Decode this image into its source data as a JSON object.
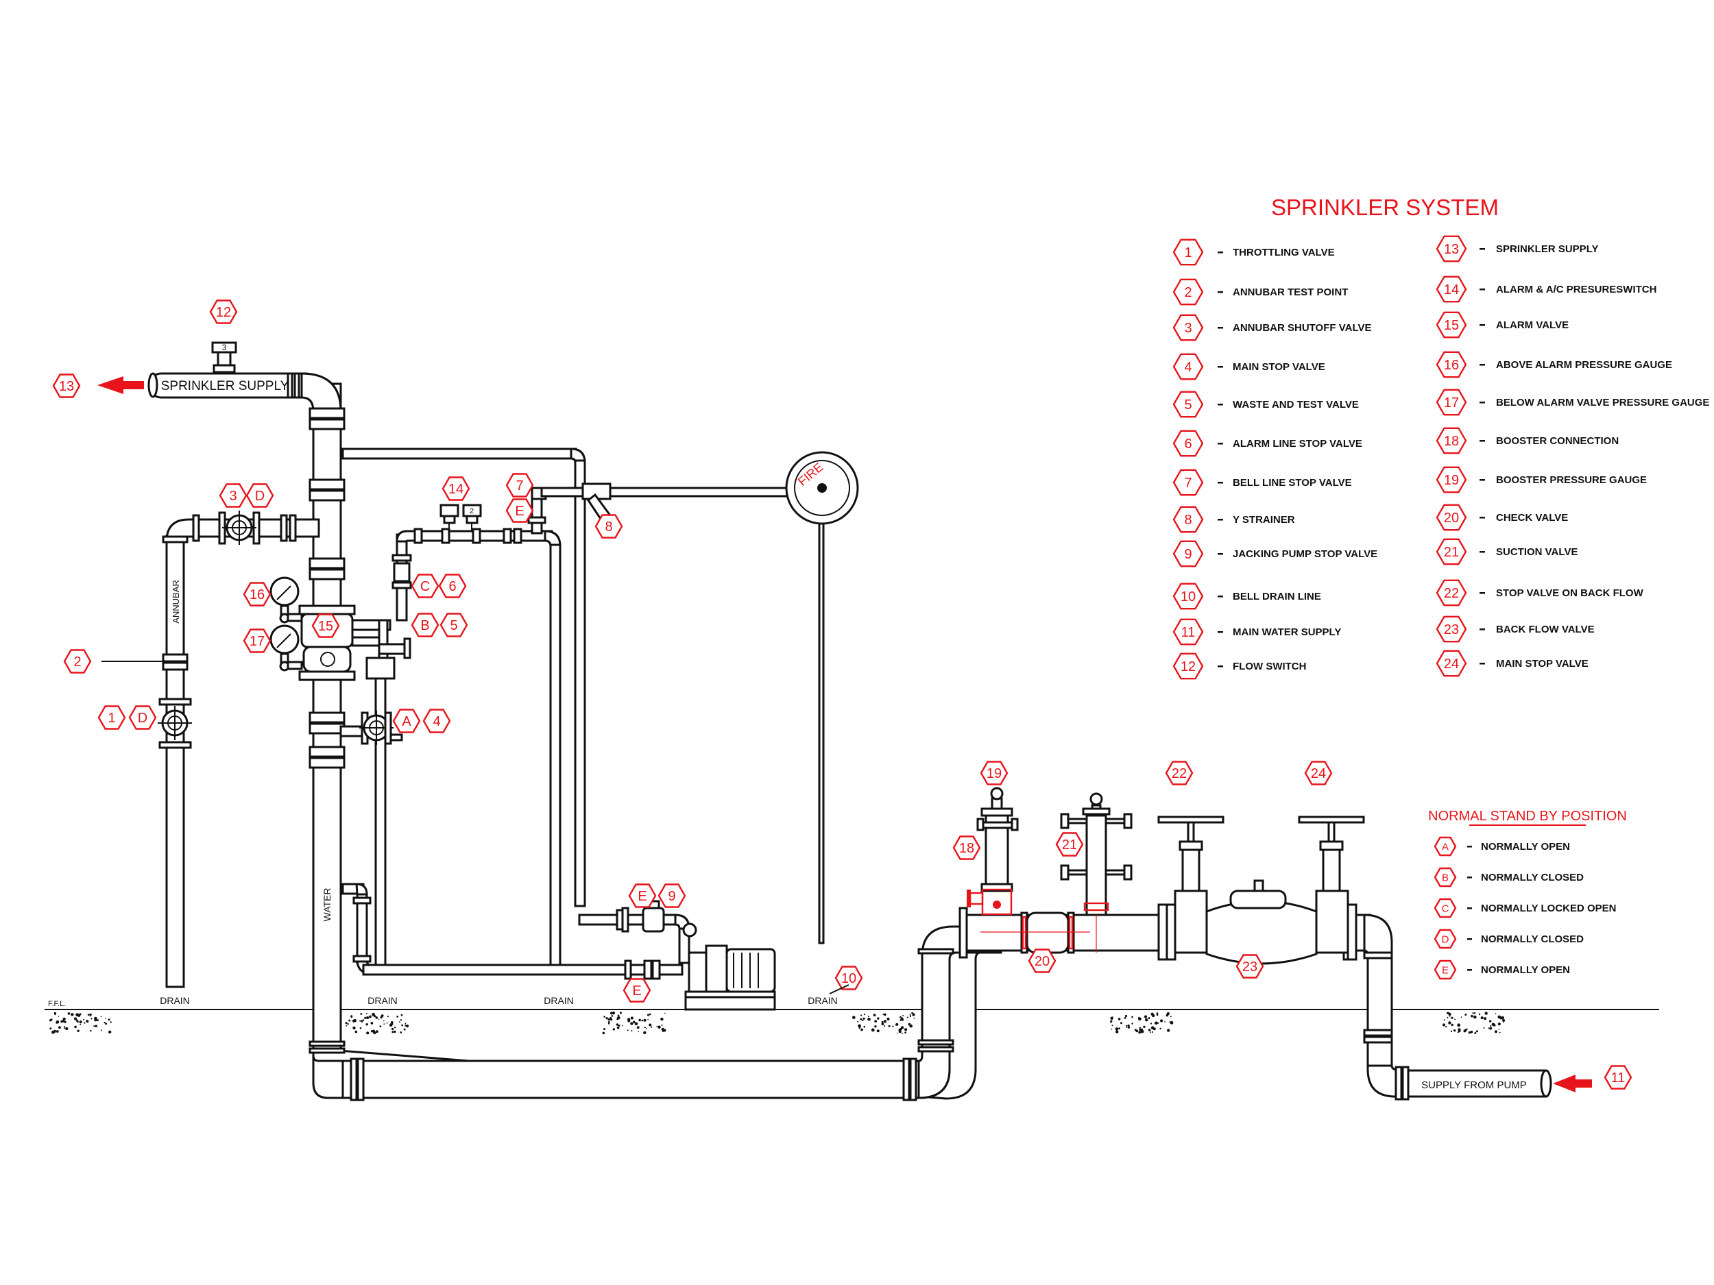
{
  "title": "SPRINKLER SYSTEM",
  "legend_left": [
    {
      "num": "1",
      "text": "THROTTLING VALVE"
    },
    {
      "num": "2",
      "text": "ANNUBAR TEST POINT"
    },
    {
      "num": "3",
      "text": "ANNUBAR SHUTOFF VALVE"
    },
    {
      "num": "4",
      "text": "MAIN STOP VALVE"
    },
    {
      "num": "5",
      "text": "WASTE AND TEST VALVE"
    },
    {
      "num": "6",
      "text": "ALARM LINE STOP VALVE"
    },
    {
      "num": "7",
      "text": "BELL LINE STOP VALVE"
    },
    {
      "num": "8",
      "text": "Y STRAINER"
    },
    {
      "num": "9",
      "text": "JACKING PUMP STOP VALVE"
    },
    {
      "num": "10",
      "text": "BELL DRAIN LINE"
    },
    {
      "num": "11",
      "text": "MAIN WATER SUPPLY"
    },
    {
      "num": "12",
      "text": "FLOW SWITCH"
    }
  ],
  "legend_right": [
    {
      "num": "13",
      "text": "SPRINKLER SUPPLY"
    },
    {
      "num": "14",
      "text": "ALARM & A/C PRESURESWITCH"
    },
    {
      "num": "15",
      "text": "ALARM VALVE"
    },
    {
      "num": "16",
      "text": "ABOVE ALARM PRESSURE GAUGE"
    },
    {
      "num": "17",
      "text": "BELOW ALARM VALVE PRESSURE GAUGE"
    },
    {
      "num": "18",
      "text": "BOOSTER CONNECTION"
    },
    {
      "num": "19",
      "text": "BOOSTER PRESSURE GAUGE"
    },
    {
      "num": "20",
      "text": "CHECK VALVE"
    },
    {
      "num": "21",
      "text": "SUCTION VALVE"
    },
    {
      "num": "22",
      "text": "STOP VALVE ON BACK FLOW"
    },
    {
      "num": "23",
      "text": "BACK FLOW VALVE"
    },
    {
      "num": "24",
      "text": "MAIN STOP VALVE"
    }
  ],
  "normal_position": {
    "title": "NORMAL STAND BY POSITION",
    "items": [
      {
        "key": "A",
        "text": "NORMALLY OPEN"
      },
      {
        "key": "B",
        "text": "NORMALLY CLOSED"
      },
      {
        "key": "C",
        "text": "NORMALLY LOCKED OPEN"
      },
      {
        "key": "D",
        "text": "NORMALLY CLOSED"
      },
      {
        "key": "E",
        "text": "NORMALLY OPEN"
      }
    ]
  },
  "labels": {
    "sprinkler_supply": "SPRINKLER SUPPLY",
    "supply_from_pump": "SUPPLY FROM PUMP",
    "annubar": "ANNUBAR",
    "water": "WATER",
    "drain": "DRAIN",
    "ffl": "F.F.L.",
    "fire": "FIRE",
    "flow_switch_mark": "3",
    "pressure_switch_mark": "2"
  },
  "tags": {
    "t1": "1",
    "t2": "2",
    "t3": "3",
    "t4": "4",
    "t5": "5",
    "t6": "6",
    "t7": "7",
    "t8": "8",
    "t9": "9",
    "t10": "10",
    "t11": "11",
    "t12": "12",
    "t13": "13",
    "t14": "14",
    "t15": "15",
    "t16": "16",
    "t17": "17",
    "t18": "18",
    "t19": "19",
    "t20": "20",
    "t21": "21",
    "t22": "22",
    "t23": "23",
    "t24": "24",
    "A": "A",
    "B": "B",
    "C": "C",
    "D": "D",
    "E": "E"
  },
  "colors": {
    "accent": "#e8141b",
    "ink": "#111111",
    "background": "#ffffff"
  }
}
